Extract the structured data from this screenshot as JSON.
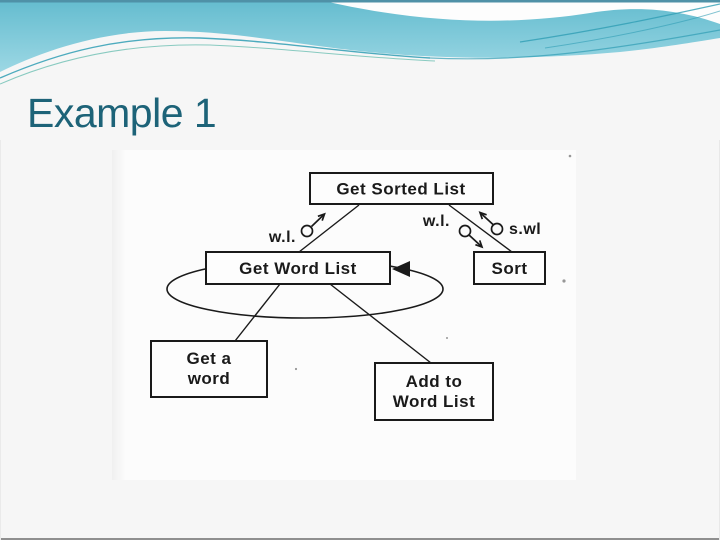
{
  "slide": {
    "title": "Example 1"
  },
  "theme_colors": {
    "title_text": "#1d6378",
    "header_teal_top": "#64bccf",
    "header_teal_bottom": "#b2e2ec",
    "header_top_edge_line": "#4f91a7",
    "wave_accent_line": "#2f9db4",
    "wave_accent_line_green": "#3fae9d",
    "slide_background": "#f6f6f6",
    "diagram_paper": "#fcfcfc",
    "diagram_ink": "#1a1a1a"
  },
  "diagram": {
    "nodes": {
      "get_sorted_list": "Get Sorted List",
      "get_word_list": "Get Word List",
      "sort": "Sort",
      "get_a_word": {
        "line1": "Get a",
        "line2": "word"
      },
      "add_to_word_list": {
        "line1": "Add to",
        "line2": "Word List"
      }
    },
    "data_couples": {
      "wl_left": "w.l.",
      "wl_right": "w.l.",
      "swl": "s.wl"
    }
  }
}
